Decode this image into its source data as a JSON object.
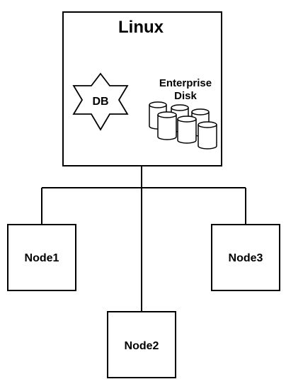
{
  "server": {
    "title": "Linux",
    "db_label": "DB",
    "disk_label_line1": "Enterprise",
    "disk_label_line2": "Disk"
  },
  "nodes": [
    {
      "label": "Node1"
    },
    {
      "label": "Node2"
    },
    {
      "label": "Node3"
    }
  ],
  "colors": {
    "stroke": "#000000",
    "fill": "#ffffff"
  }
}
